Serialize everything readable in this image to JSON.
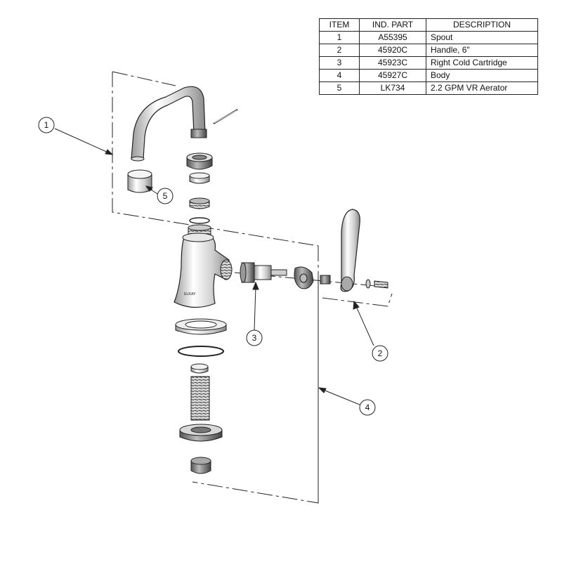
{
  "parts_table": {
    "headers": [
      "ITEM",
      "IND. PART",
      "DESCRIPTION"
    ],
    "rows": [
      {
        "item": "1",
        "part": "A55395",
        "description": "Spout"
      },
      {
        "item": "2",
        "part": "45920C",
        "description": "Handle, 6\""
      },
      {
        "item": "3",
        "part": "45923C",
        "description": "Right Cold Cartridge"
      },
      {
        "item": "4",
        "part": "45927C",
        "description": "Body"
      },
      {
        "item": "5",
        "part": "LK734",
        "description": "2.2 GPM VR Aerator"
      }
    ]
  },
  "callouts": [
    "1",
    "2",
    "3",
    "4",
    "5"
  ],
  "body_logo": "ELKAY"
}
